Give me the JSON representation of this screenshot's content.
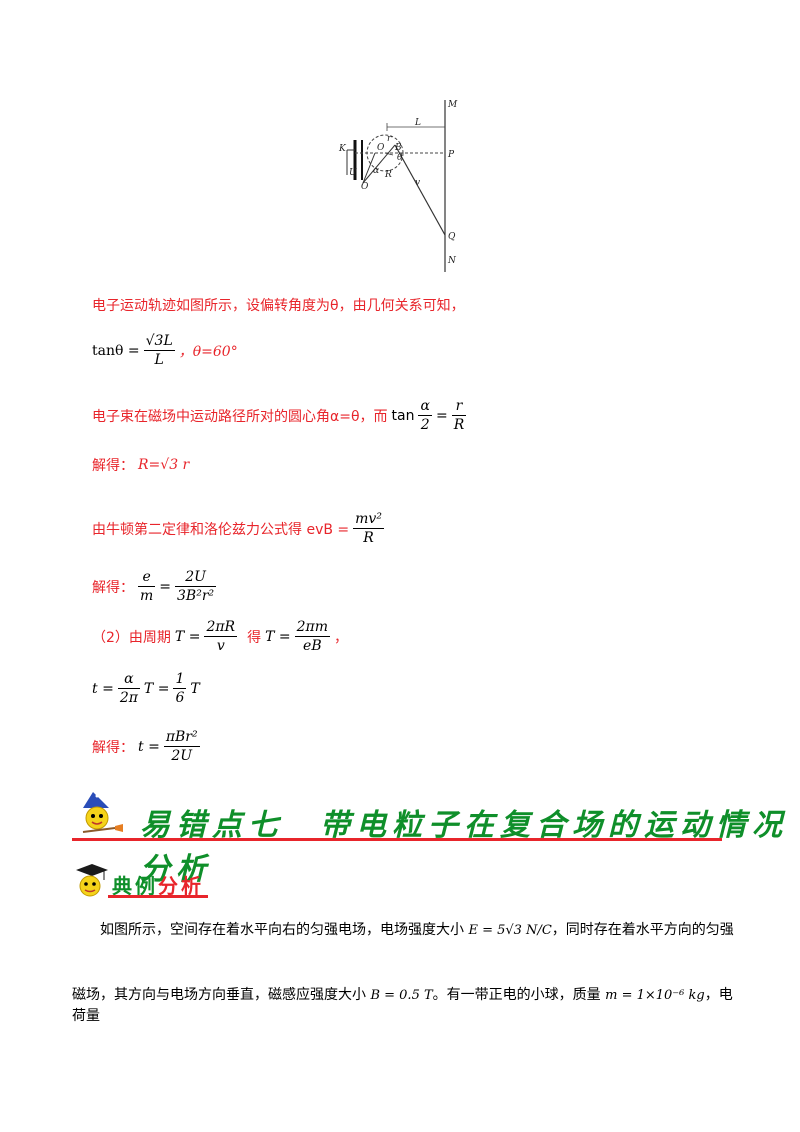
{
  "figure": {
    "labels": {
      "M": "M",
      "P": "P",
      "Q": "Q",
      "N": "N",
      "K": "K",
      "U": "U",
      "O": "O",
      "O1": "O",
      "L": "L",
      "R": "R",
      "B": "B",
      "r": "r",
      "theta": "θ",
      "alpha": "α",
      "v": "v"
    }
  },
  "solution": {
    "line1": "电子运动轨迹如图所示，设偏转角度为θ，由几何关系可知，",
    "eq1": {
      "lhs": "tanθ =",
      "num": "√3L",
      "den": "L",
      "tail": "，θ=60°"
    },
    "line3": {
      "text": "电子束在磁场中运动路径所对的圆心角α=θ，而",
      "tan": "tan",
      "frac1_num": "α",
      "frac1_den": "2",
      "eq": "=",
      "frac2_num": "r",
      "frac2_den": "R"
    },
    "line4": {
      "label": "解得：",
      "expr": "R=√3 r"
    },
    "line5": {
      "text": "由牛顿第二定律和洛伦兹力公式得 evB =",
      "num": "mv²",
      "den": "R"
    },
    "line6": {
      "label": "解得：",
      "frac1_num": "e",
      "frac1_den": "m",
      "eq": "=",
      "frac2_num": "2U",
      "frac2_den": "3B²r²"
    },
    "line7": {
      "label": "（2）由周期",
      "t_eq": "T =",
      "num1": "2πR",
      "den1": "v",
      "mid": "得",
      "t_eq2": "T =",
      "num2": "2πm",
      "den2": "eB",
      "tail": "，"
    },
    "line8": {
      "lhs": "t =",
      "num1": "α",
      "den1": "2π",
      "t1": "T =",
      "num2": "1",
      "den2": "6",
      "t2": "T"
    },
    "line9": {
      "label": "解得：",
      "lhs": "t =",
      "num": "πBr²",
      "den": "2U"
    }
  },
  "section": {
    "title": "易错点七　带电粒子在复合场的运动情况分析",
    "sub_title_a": "典例",
    "sub_title_b": "分析"
  },
  "problem": {
    "p1_a": "如图所示，空间存在着水平向右的匀强电场，电场强度大小",
    "p1_formula": "E = 5√3 N/C",
    "p1_b": "，同时存在着水平方向的匀强",
    "p2_a": "磁场，其方向与电场方向垂直，磁感应强度大小",
    "p2_formula1": "B = 0.5 T",
    "p2_b": "。有一带正电的小球，质量",
    "p2_formula2": "m = 1×10⁻⁶ kg",
    "p2_c": "，电荷量"
  },
  "colors": {
    "red_text": "#e8252b",
    "green_title": "#0f8f2a",
    "rule_red": "#e8252b"
  }
}
